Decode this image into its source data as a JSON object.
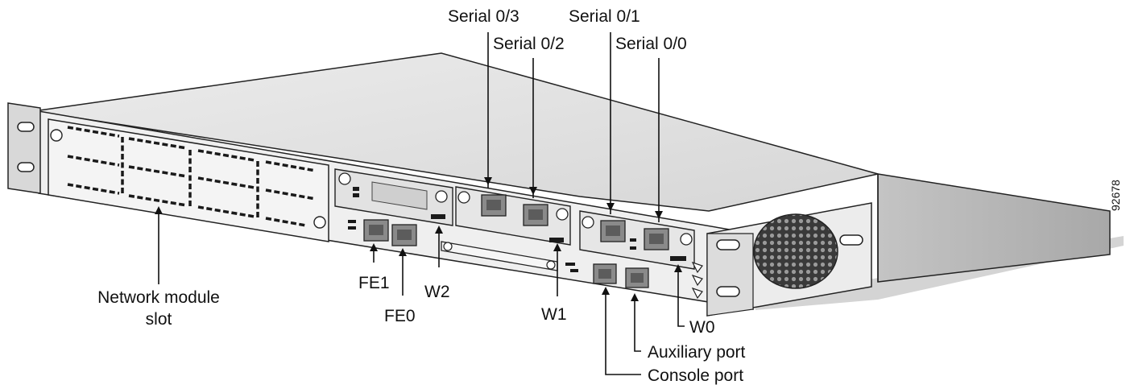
{
  "figure": {
    "number": "92678",
    "colors": {
      "chassis_top": "#e0e0e0",
      "chassis_side": "#b4b4b4",
      "front_panel": "#eeeeee",
      "shadow": "#d2d2d2",
      "outline": "#222222",
      "slot_dash": "#1a1a1a",
      "port_fill": "#8a8a8a"
    }
  },
  "labels": {
    "serial_03": "Serial 0/3",
    "serial_02": "Serial 0/2",
    "serial_01": "Serial 0/1",
    "serial_00": "Serial 0/0",
    "network_module_line1": "Network module",
    "network_module_line2": "slot",
    "fe1": "FE1",
    "fe0": "FE0",
    "w2": "W2",
    "w1": "W1",
    "w0": "W0",
    "auxiliary_port": "Auxiliary port",
    "console_port": "Console port"
  }
}
